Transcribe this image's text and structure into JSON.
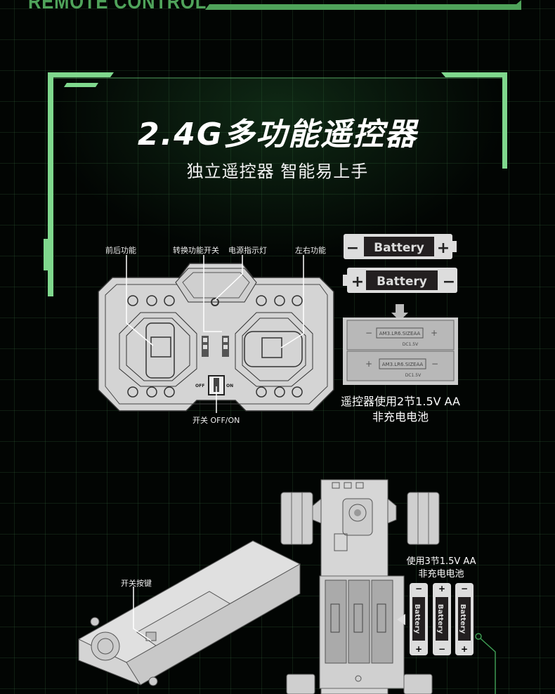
{
  "header": {
    "brand": "REMOTE CONTROL"
  },
  "hero": {
    "title": "2.4G多功能遥控器",
    "subtitle": "独立遥控器 智能易上手"
  },
  "remote": {
    "labels": {
      "forward_back": "前后功能",
      "mode_switch": "转换功能开关",
      "power_light": "电源指示灯",
      "left_right": "左右功能",
      "power_switch": "开关 OFF/ON"
    },
    "switch_off": "OFF",
    "switch_on": "ON"
  },
  "remote_batteries": {
    "battery_label": "Battery",
    "holder_text": "AM3.LR6.SIZEAA",
    "holder_voltage": "DC1.5V",
    "caption_line1": "遥控器使用2节1.5V AA",
    "caption_line2": "非充电电池"
  },
  "vehicle": {
    "switch_label": "开关按键",
    "caption_line1": "使用3节1.5V AA",
    "caption_line2": "非充电电池",
    "battery_label": "Battery"
  },
  "colors": {
    "accent": "#4fa35a",
    "frame": "#6fcf7f",
    "panel": "#d4d4d4",
    "background": "#020503"
  }
}
